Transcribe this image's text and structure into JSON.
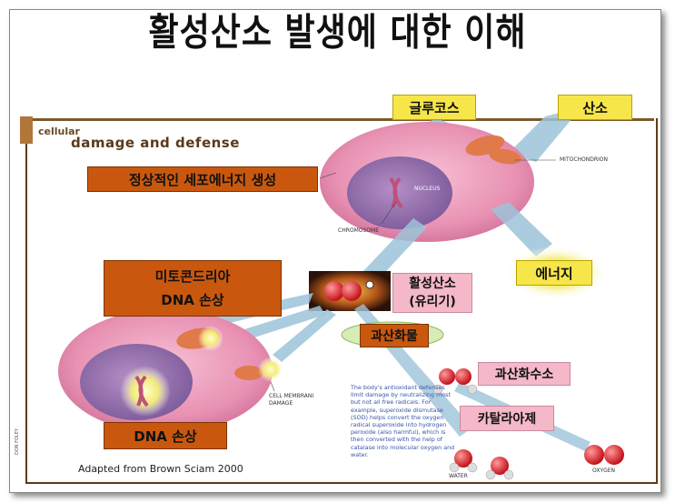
{
  "title": "활성산소 발생에 대한 이해",
  "header": {
    "line1": "cellular",
    "line2": "damage and defense"
  },
  "labels": {
    "glucose": "글루코스",
    "oxygen": "산소",
    "normal_energy": "정상적인 세포에너지 생성",
    "mito_dna_line1": "미토콘드리아",
    "mito_dna_line2": "DNA  손상",
    "free_radical_line1": "활성산소",
    "free_radical_line2": "(유리기)",
    "energy": "에너지",
    "peroxide": "과산화물",
    "hydrogen_peroxide": "과산화수소",
    "catalase": "카탈라아제",
    "dna_damage": "DNA 손상"
  },
  "figure_labels": {
    "mitochondrion": "MITOCHONDRION",
    "nucleus": "NUCLEUS",
    "chromosome": "CHROMOSOME",
    "cell_membrane_line1": "CELL MEMBRANI",
    "cell_membrane_line2": "DAMAGE",
    "water": "WATER",
    "oxygen": "OXYGEN"
  },
  "description": "The body's antioxidant defenses limit damage by neutralizing most but not all free radicals. For example, superoxide dismutase (SOD) helps convert the oxygen radical superoxide into hydrogen peroxide (also harmful), which is then converted with the help of catalase into molecular oxygen and water.",
  "credit": "Adapted from Brown Sciam 2000",
  "side_credit": "DON FOLEY",
  "colors": {
    "orange_box": "#c9580e",
    "yellow_box": "#f7e64a",
    "pink_box": "#f4b8c8",
    "arrow": "#9cc3d8",
    "cell": "#e891b3"
  }
}
